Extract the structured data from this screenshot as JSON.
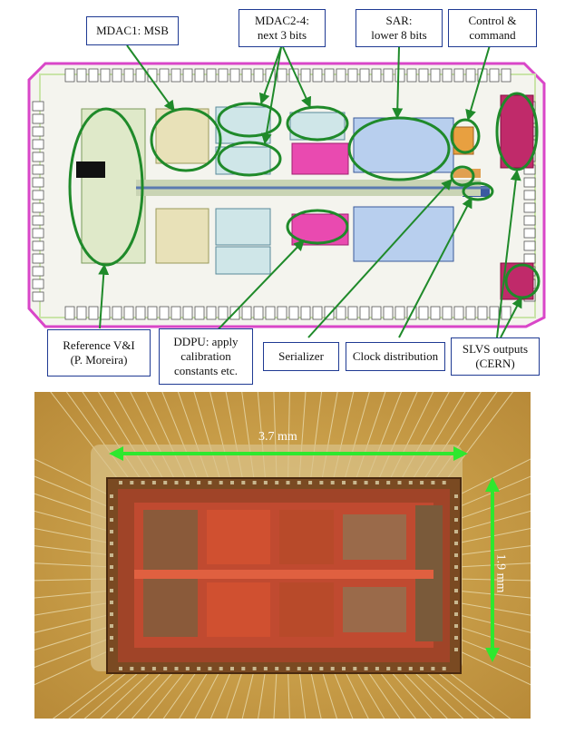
{
  "labels": {
    "mdac1": "MDAC1: MSB",
    "mdac24_line1": "MDAC2-4:",
    "mdac24_line2": "next 3 bits",
    "sar_line1": "SAR:",
    "sar_line2": "lower 8 bits",
    "control_line1": "Control &",
    "control_line2": "command",
    "reference_line1": "Reference V&I",
    "reference_line2": "(P. Moreira)",
    "ddpu_line1": "DDPU: apply",
    "ddpu_line2": "calibration",
    "ddpu_line3": "constants etc.",
    "serializer": "Serializer",
    "clock": "Clock distribution",
    "slvs_line1": "SLVS outputs",
    "slvs_line2": "(CERN)"
  },
  "photo": {
    "width_label": "3.7 mm",
    "height_label": "1.9 mm"
  },
  "colors": {
    "callout_ellipse": "#1f8a2a",
    "label_border": "#1f3a93",
    "pad_ring": "#d946c8",
    "dimension_arrow": "#2ee82e"
  }
}
